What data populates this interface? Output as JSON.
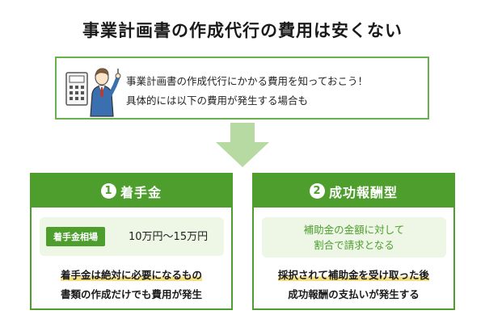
{
  "title": "事業計画書の作成代行の費用は安くない",
  "intro": {
    "line1": "事業計画書の作成代行にかかる費用を知っておこう！",
    "line2": "具体的には以下の費用が発生する場合も",
    "figure_icon": "businessman-with-calculator-icon"
  },
  "arrow_icon": "down-arrow-icon",
  "colors": {
    "accent": "#4e9e2e",
    "accent_light": "#eef6e6",
    "highlight": "#f4df83",
    "arrow": "#b7d9a2"
  },
  "cards": [
    {
      "number": "1",
      "title": "着手金",
      "badge": "着手金相場",
      "price": "10万円〜15万円",
      "desc_line1": "着手金は絶対に必要になるもの",
      "desc_line2": "書類の作成だけでも費用が発生"
    },
    {
      "number": "2",
      "title": "成功報酬型",
      "note_line1": "補助金の金額に対して",
      "note_line2": "割合で請求となる",
      "desc_line1": "採択されて補助金を受け取った後",
      "desc_line2": "成功報酬の支払いが発生する"
    }
  ]
}
